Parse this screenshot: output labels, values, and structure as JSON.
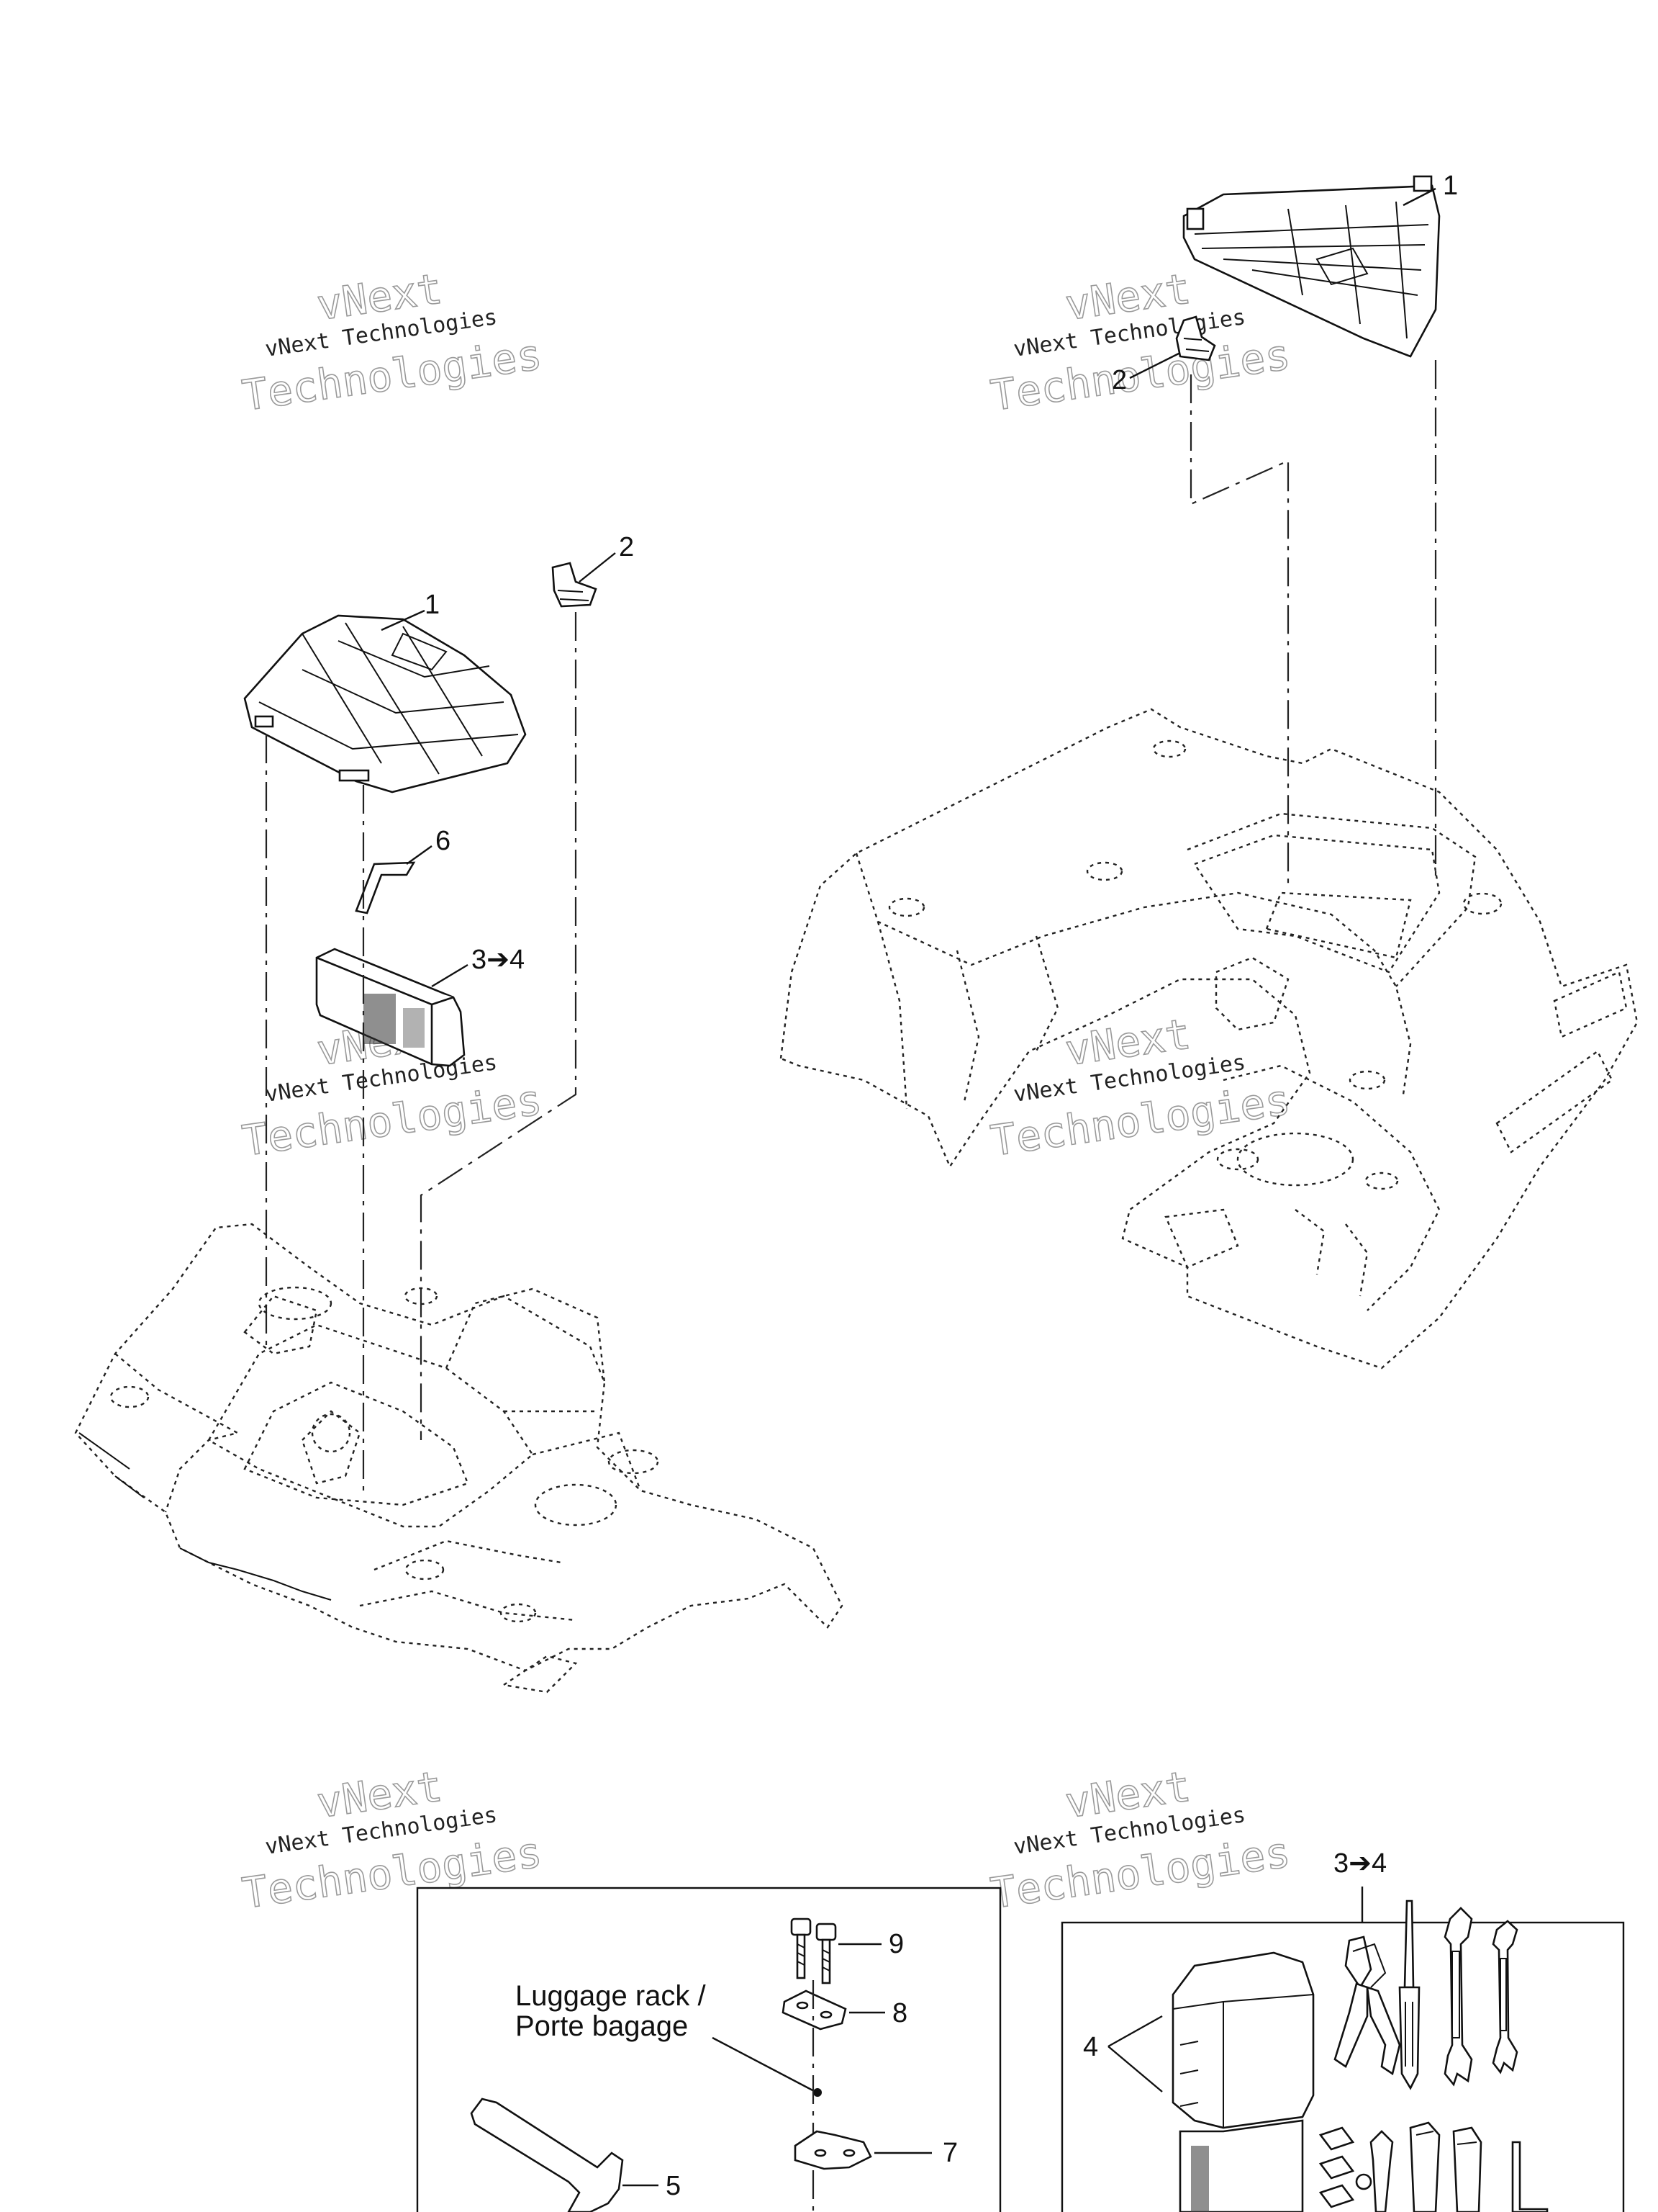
{
  "watermarks": [
    {
      "line1": "vNext Technologies",
      "line2": "vNext",
      "line3": "Technologies"
    },
    {
      "line1": "vNext Technologies",
      "line2": "vNext",
      "line3": "Technologies"
    },
    {
      "line1": "vNext Technologies",
      "line2": "vNext",
      "line3": "Technologies"
    },
    {
      "line1": "vNext Technologies",
      "line2": "vNext",
      "line3": "Technologies"
    },
    {
      "line1": "vNext Technologies",
      "line2": "vNext",
      "line3": "Technologies"
    },
    {
      "line1": "vNext Technologies",
      "line2": "vNext",
      "line3": "Technologies"
    }
  ],
  "callouts": {
    "rear_cover": "1",
    "rear_latch": "2",
    "front_cover": "1",
    "front_latch": "2",
    "strap": "6",
    "toolkit": "3➔4",
    "inset_toolkit": "3➔4",
    "inset_case": "4",
    "wrench": "5",
    "bracket": "7",
    "plate": "8",
    "screws": "9"
  },
  "luggage_rack": {
    "line1": "Luggage rack /",
    "line2": "Porte bagage"
  }
}
